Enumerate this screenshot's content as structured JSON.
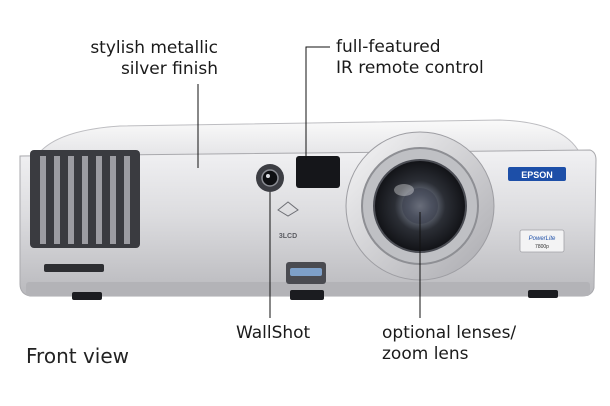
{
  "callouts": {
    "finish": {
      "line1": "stylish metallic",
      "line2": "silver finish"
    },
    "remote": {
      "line1": "full-featured",
      "line2": "IR remote control"
    },
    "wallshot": {
      "line1": "WallShot"
    },
    "lens": {
      "line1": "optional lenses/",
      "line2": "zoom lens"
    }
  },
  "caption": "Front view",
  "device": {
    "brand_badge": "EPSON",
    "model_badge_1": "PowerLite",
    "model_badge_2": "7800p",
    "lcd_mark": "3LCD"
  },
  "colors": {
    "body_silver": "#d9d9dc",
    "badge_blue": "#1d4fa8",
    "callout_line": "#111111"
  }
}
